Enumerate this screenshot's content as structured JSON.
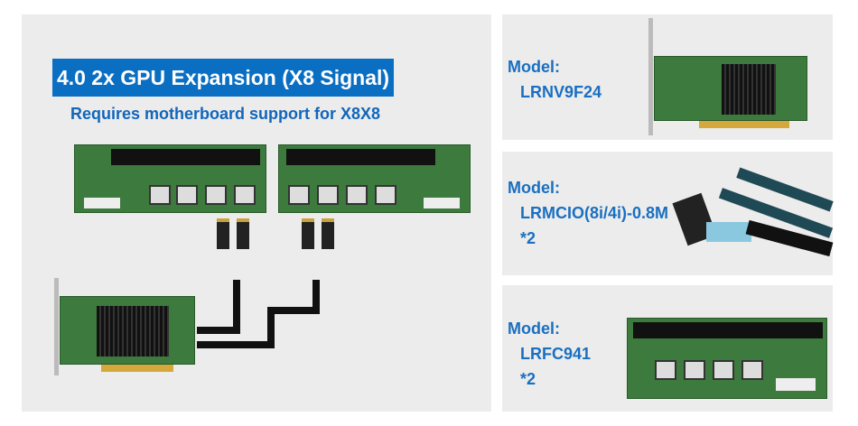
{
  "left_panel": {
    "title": "4.0  2x GPU Expansion (X8 Signal)",
    "subtitle": "Requires motherboard support for X8X8"
  },
  "products": [
    {
      "label": "Model:",
      "model": "LRNV9F24",
      "qty": ""
    },
    {
      "label": "Model:",
      "model": "LRMCIO(8i/4i)-0.8M",
      "qty": "*2"
    },
    {
      "label": "Model:",
      "model": "LRFC941",
      "qty": "*2"
    }
  ]
}
